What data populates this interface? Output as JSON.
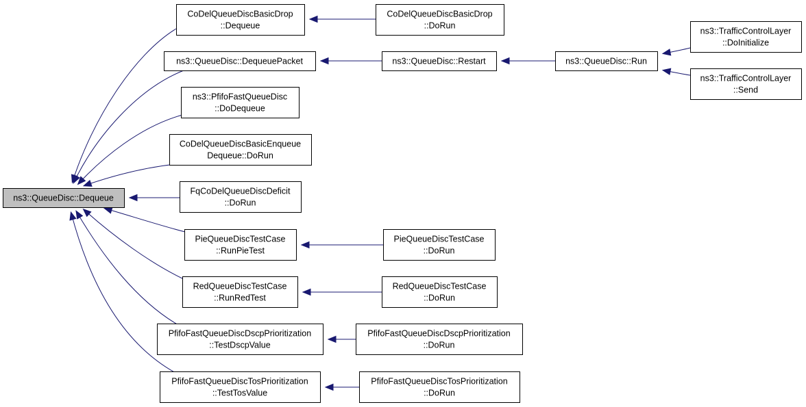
{
  "graph": {
    "type": "call-graph",
    "colors": {
      "edge": "#191970",
      "root_fill": "#bfbfbf",
      "node_fill": "#ffffff",
      "node_border": "#000000"
    },
    "nodes": [
      {
        "id": "root",
        "lines": [
          "ns3::QueueDisc::Dequeue"
        ],
        "highlight": true
      },
      {
        "id": "codel-basic-drop-dequeue",
        "lines": [
          "CoDelQueueDiscBasicDrop",
          "::Dequeue"
        ]
      },
      {
        "id": "codel-basic-drop-dorun",
        "lines": [
          "CoDelQueueDiscBasicDrop",
          "::DoRun"
        ]
      },
      {
        "id": "dequeue-packet",
        "lines": [
          "ns3::QueueDisc::DequeuePacket"
        ]
      },
      {
        "id": "restart",
        "lines": [
          "ns3::QueueDisc::Restart"
        ]
      },
      {
        "id": "run",
        "lines": [
          "ns3::QueueDisc::Run"
        ]
      },
      {
        "id": "tcl-doinitialize",
        "lines": [
          "ns3::TrafficControlLayer",
          "::DoInitialize"
        ]
      },
      {
        "id": "tcl-send",
        "lines": [
          "ns3::TrafficControlLayer",
          "::Send"
        ]
      },
      {
        "id": "pfifo-dodequeue",
        "lines": [
          "ns3::PfifoFastQueueDisc",
          "::DoDequeue"
        ]
      },
      {
        "id": "codel-basic-enqueue-dequeue-dorun",
        "lines": [
          "CoDelQueueDiscBasicEnqueue",
          "Dequeue::DoRun"
        ]
      },
      {
        "id": "fqcodel-deficit-dorun",
        "lines": [
          "FqCoDelQueueDiscDeficit",
          "::DoRun"
        ]
      },
      {
        "id": "pie-runpietest",
        "lines": [
          "PieQueueDiscTestCase",
          "::RunPieTest"
        ]
      },
      {
        "id": "pie-dorun",
        "lines": [
          "PieQueueDiscTestCase",
          "::DoRun"
        ]
      },
      {
        "id": "red-runredtest",
        "lines": [
          "RedQueueDiscTestCase",
          "::RunRedTest"
        ]
      },
      {
        "id": "red-dorun",
        "lines": [
          "RedQueueDiscTestCase",
          "::DoRun"
        ]
      },
      {
        "id": "pfifo-dscp-testdscpvalue",
        "lines": [
          "PfifoFastQueueDiscDscpPrioritization",
          "::TestDscpValue"
        ]
      },
      {
        "id": "pfifo-dscp-dorun",
        "lines": [
          "PfifoFastQueueDiscDscpPrioritization",
          "::DoRun"
        ]
      },
      {
        "id": "pfifo-tos-testtosvalue",
        "lines": [
          "PfifoFastQueueDiscTosPrioritization",
          "::TestTosValue"
        ]
      },
      {
        "id": "pfifo-tos-dorun",
        "lines": [
          "PfifoFastQueueDiscTosPrioritization",
          "::DoRun"
        ]
      }
    ],
    "edges": [
      {
        "from": "codel-basic-drop-dequeue",
        "to": "root"
      },
      {
        "from": "dequeue-packet",
        "to": "root"
      },
      {
        "from": "pfifo-dodequeue",
        "to": "root"
      },
      {
        "from": "codel-basic-enqueue-dequeue-dorun",
        "to": "root"
      },
      {
        "from": "fqcodel-deficit-dorun",
        "to": "root"
      },
      {
        "from": "pie-runpietest",
        "to": "root"
      },
      {
        "from": "red-runredtest",
        "to": "root"
      },
      {
        "from": "pfifo-dscp-testdscpvalue",
        "to": "root"
      },
      {
        "from": "pfifo-tos-testtosvalue",
        "to": "root"
      },
      {
        "from": "codel-basic-drop-dorun",
        "to": "codel-basic-drop-dequeue"
      },
      {
        "from": "restart",
        "to": "dequeue-packet"
      },
      {
        "from": "run",
        "to": "restart"
      },
      {
        "from": "tcl-doinitialize",
        "to": "run"
      },
      {
        "from": "tcl-send",
        "to": "run"
      },
      {
        "from": "pie-dorun",
        "to": "pie-runpietest"
      },
      {
        "from": "red-dorun",
        "to": "red-runredtest"
      },
      {
        "from": "pfifo-dscp-dorun",
        "to": "pfifo-dscp-testdscpvalue"
      },
      {
        "from": "pfifo-tos-dorun",
        "to": "pfifo-tos-testtosvalue"
      }
    ]
  }
}
